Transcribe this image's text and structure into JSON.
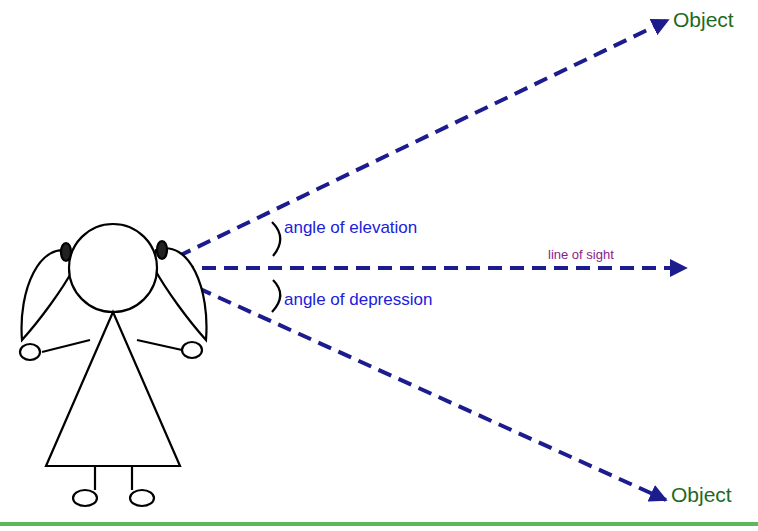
{
  "diagram": {
    "labels": [
      "Object",
      "angle of elevation",
      "line of sight",
      "angle of depression",
      "Object"
    ]
  }
}
